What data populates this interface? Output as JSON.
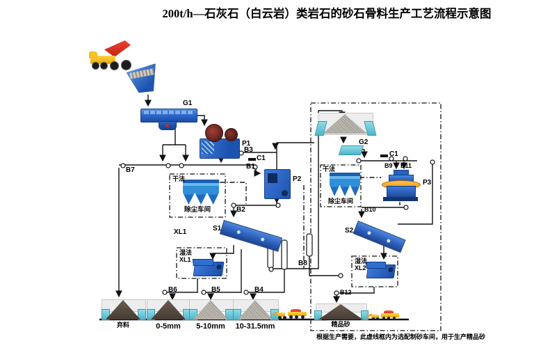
{
  "title": "200t/h—石灰石（白云岩）类岩石的砂石骨料生产工艺流程示意图",
  "note": "根据生产需要，此虚线框内为选配制砂车间，用于生产精品砂",
  "labels": {
    "g1": "G1",
    "p1": "P1",
    "p2": "P2",
    "p3": "P3",
    "g2": "G2",
    "s1": "S1",
    "s2": "S2",
    "b1": "B1",
    "b2": "B2",
    "b3": "B3",
    "b4": "B4",
    "b5": "B5",
    "b6": "B6",
    "b7": "B7",
    "b8": "B8",
    "b9": "B9",
    "b10": "B10",
    "b11": "B11",
    "b12": "B12",
    "c1_main": "C1",
    "c1_plant": "C1",
    "xl1_text": "XL1",
    "xl1_box": "XL1",
    "xl2_box": "XL2",
    "dry1": "干法",
    "dry2": "干法",
    "wet1": "湿法",
    "wet2": "湿法",
    "dust_room1": "除尘车间",
    "dust_room2": "除尘车间"
  },
  "piles": {
    "waste": "弃料",
    "p05": "0-5mm",
    "p510": "5-10mm",
    "p1031": "10-31.5mm",
    "premium": "精品砂"
  },
  "colors": {
    "machine_blue": "#2e6fd0",
    "dust_blue": "#3f9ce0",
    "cyan_wall": "#63c7d8",
    "flywheel_red": "#6e2824",
    "p3_orange": "#efa01e",
    "truck_yellow": "#f2b200",
    "tipper_red": "#da2f1e",
    "dark_pile": "#52473f",
    "gray_pile": "#b2afa9",
    "line": "#111111"
  }
}
